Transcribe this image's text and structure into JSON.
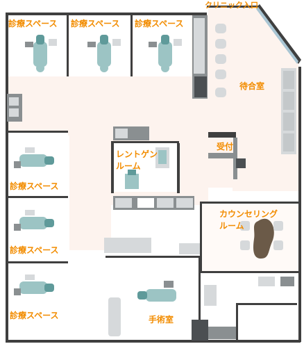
{
  "labels": {
    "entrance": "クリニック入口",
    "waiting_room": "待合室",
    "reception": "受付",
    "xray_room_line1": "レントゲン",
    "xray_room_line2": "ルーム",
    "counseling_line1": "カウンセリング",
    "counseling_line2": "ルーム",
    "surgery_room": "手術室",
    "treatment_top_1": "診療スペース",
    "treatment_top_2": "診療スペース",
    "treatment_top_3": "診療スペース",
    "treatment_left_1": "診療スペース",
    "treatment_left_2": "診療スペース",
    "treatment_left_3": "診療スペース"
  },
  "colors": {
    "label_orange": "#f28c00",
    "wall": "#3f3f3f",
    "floor_warm": "#fdf3ee",
    "dental_chair_teal": "#9cc4c4"
  }
}
